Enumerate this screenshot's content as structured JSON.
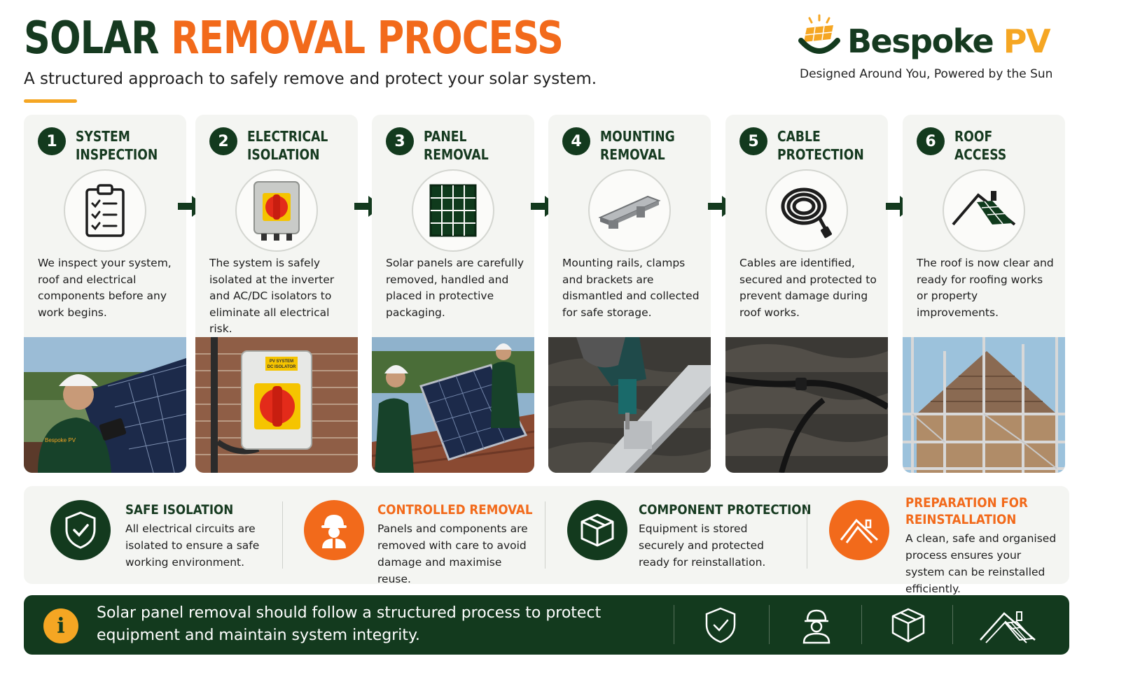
{
  "header": {
    "title_dark": "SOLAR",
    "title_orange": "REMOVAL PROCESS",
    "subtitle": "A structured approach to safely remove and protect your solar system."
  },
  "brand": {
    "name": "Bespoke",
    "name_accent": "PV",
    "tagline": "Designed Around You, Powered by the Sun"
  },
  "steps": [
    {
      "number": "1",
      "title_line1": "SYSTEM",
      "title_line2": "INSPECTION",
      "icon": "clipboard-checklist-icon",
      "description": "We inspect your system, roof and electrical components before any work begins.",
      "photo": "technician-inspecting-panels-photo"
    },
    {
      "number": "2",
      "title_line1": "ELECTRICAL",
      "title_line2": "ISOLATION",
      "icon": "isolator-switch-icon",
      "description": "The system is safely isolated at the inverter and AC/DC isolators to eliminate all electrical risk.",
      "photo": "dc-isolator-on-wall-photo",
      "photo_label_1": "PV SYSTEM",
      "photo_label_2": "DC ISOLATOR"
    },
    {
      "number": "3",
      "title_line1": "PANEL",
      "title_line2": "REMOVAL",
      "icon": "solar-panel-icon",
      "description": "Solar panels are carefully removed, handled and placed in protective packaging.",
      "photo": "workers-lifting-panel-photo"
    },
    {
      "number": "4",
      "title_line1": "MOUNTING",
      "title_line2": "REMOVAL",
      "icon": "mounting-rail-icon",
      "description": "Mounting rails, clamps and brackets are dismantled and collected for safe storage.",
      "photo": "drill-on-rail-photo"
    },
    {
      "number": "5",
      "title_line1": "CABLE",
      "title_line2": "PROTECTION",
      "icon": "coiled-cable-icon",
      "description": "Cables are identified, secured and protected to prevent damage during roof works.",
      "photo": "cable-on-roof-tiles-photo"
    },
    {
      "number": "6",
      "title_line1": "ROOF",
      "title_line2": "ACCESS",
      "icon": "roof-panels-icon",
      "description": "The roof is now clear and ready for roofing works or property improvements.",
      "photo": "scaffolded-roof-photo"
    }
  ],
  "benefits": [
    {
      "title": "SAFE ISOLATION",
      "description": "All electrical circuits are isolated to ensure a safe working environment.",
      "icon": "shield-check-icon",
      "color": "#133a1e",
      "title_color": "#163a20"
    },
    {
      "title": "CONTROLLED REMOVAL",
      "description": "Panels and components are removed with care to avoid damage and maximise reuse.",
      "icon": "worker-hardhat-icon",
      "color": "#f26a1b",
      "title_color": "#f26a1b"
    },
    {
      "title": "COMPONENT PROTECTION",
      "description": "Equipment is stored securely and protected ready for reinstallation.",
      "icon": "box-icon",
      "color": "#133a1e",
      "title_color": "#163a20"
    },
    {
      "title_line1": "PREPARATION FOR",
      "title_line2": "REINSTALLATION",
      "description": "A clean, safe and organised process ensures your system can be reinstalled efficiently.",
      "icon": "roof-outline-icon",
      "color": "#f26a1b",
      "title_color": "#f26a1b"
    }
  ],
  "footer": {
    "icon": "info-icon",
    "info_glyph": "i",
    "text": "Solar panel removal should follow a structured process to protect equipment and maintain system integrity.",
    "icons": [
      "shield-check-icon",
      "worker-hardhat-icon",
      "box-icon",
      "roof-panels-icon"
    ]
  },
  "colors": {
    "dark_green": "#133a1e",
    "orange": "#f26a1b",
    "amber": "#f5a623",
    "panel_bg": "#f4f5f2"
  }
}
